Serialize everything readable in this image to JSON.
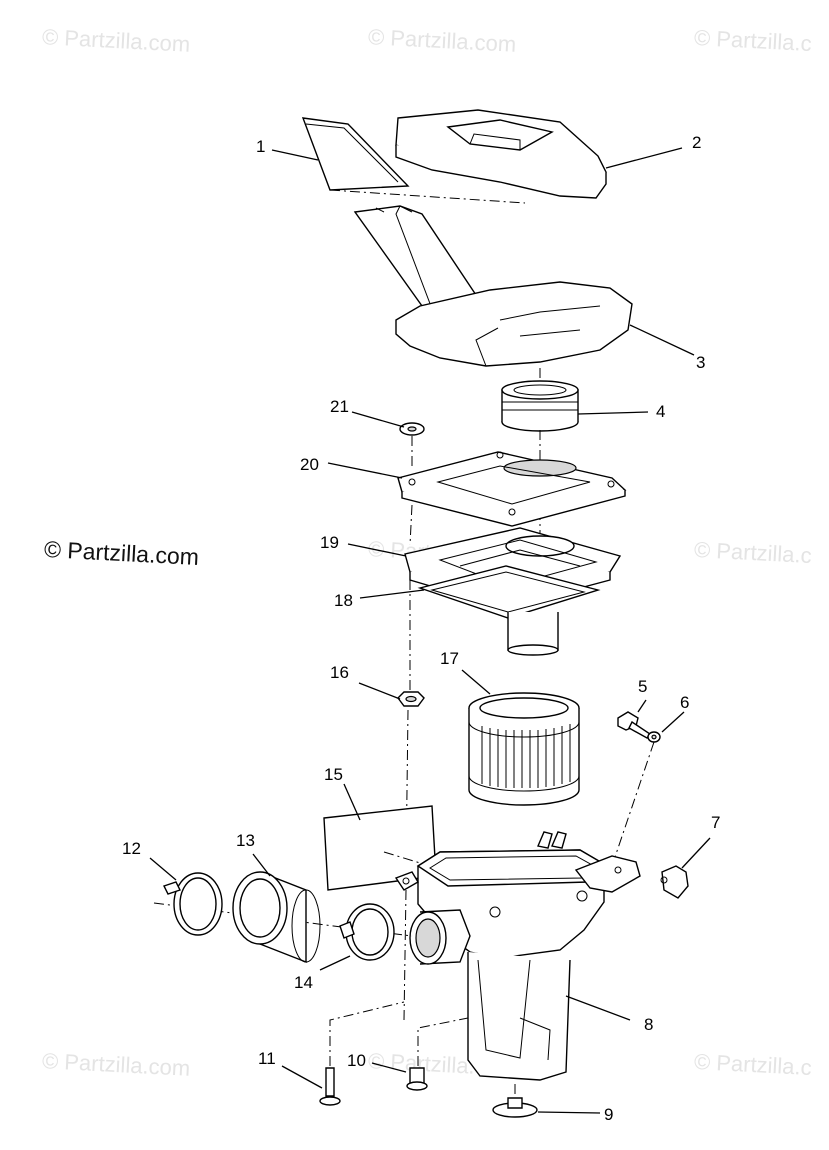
{
  "watermarks": {
    "top_left": "© Partzilla.com",
    "top_center": "© Partzilla.com",
    "top_right": "© Partzilla.c",
    "main": "© Partzilla.com",
    "mid_center": "© Partzilla.com",
    "mid_right": "© Partzilla.c",
    "bottom_left": "© Partzilla.com",
    "bottom_center": "© Partzilla.com",
    "bottom_right": "© Partzilla.c"
  },
  "callouts": {
    "c1": "1",
    "c2": "2",
    "c3": "3",
    "c4": "4",
    "c5": "5",
    "c6": "6",
    "c7": "7",
    "c8": "8",
    "c9": "9",
    "c10": "10",
    "c11": "11",
    "c12": "12",
    "c13": "13",
    "c14": "14",
    "c15": "15",
    "c16": "16",
    "c17": "17",
    "c18": "18",
    "c19": "19",
    "c20": "20",
    "c21": "21"
  }
}
